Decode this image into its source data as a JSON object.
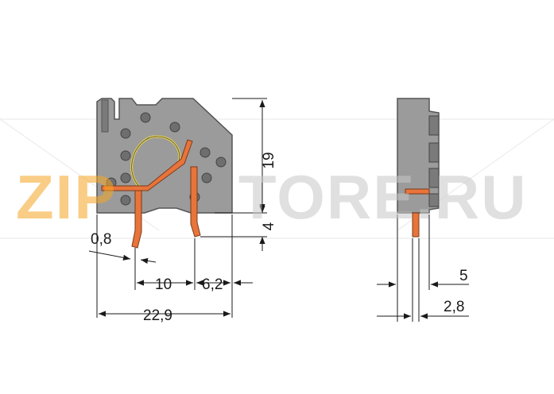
{
  "watermark": {
    "text_primary": "ZIP",
    "text_secondary": "TORE.RU",
    "color_primary": "#f5a623",
    "color_secondary": "#d9d9d9"
  },
  "dimensions": {
    "pin_diameter": "0,8",
    "pin_pitch": "10",
    "pin_offset": "6,2",
    "overall_length": "22,9",
    "height_body": "19",
    "height_pin": "4",
    "side_offset": "5",
    "side_pin": "2,8"
  },
  "colors": {
    "housing": "#9b9b9b",
    "housing_dark": "#6e6e6e",
    "conductor": "#e8743b",
    "spring": "#e8d44d",
    "lines": "#1a1a1a"
  }
}
